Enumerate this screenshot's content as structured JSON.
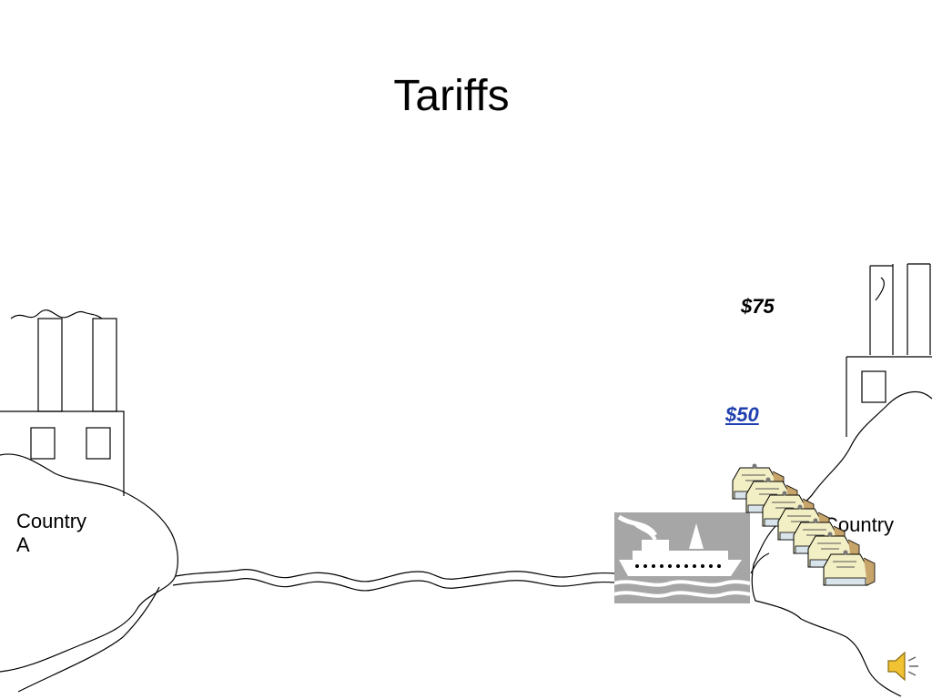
{
  "slide": {
    "title": "Tariffs",
    "country_a_label": "Country\nA",
    "country_b_label": "Country",
    "price_high": "$75",
    "price_low": "$50 ",
    "icons": {
      "ship": "cargo-ship-icon",
      "goods": "sewing-machine-icon",
      "sound": "speaker-icon",
      "factory": "factory-icon"
    },
    "colors": {
      "link": "#1f3fb0",
      "ship_bg": "#a6a6a6",
      "goods_fill": "#f3efc4"
    }
  }
}
